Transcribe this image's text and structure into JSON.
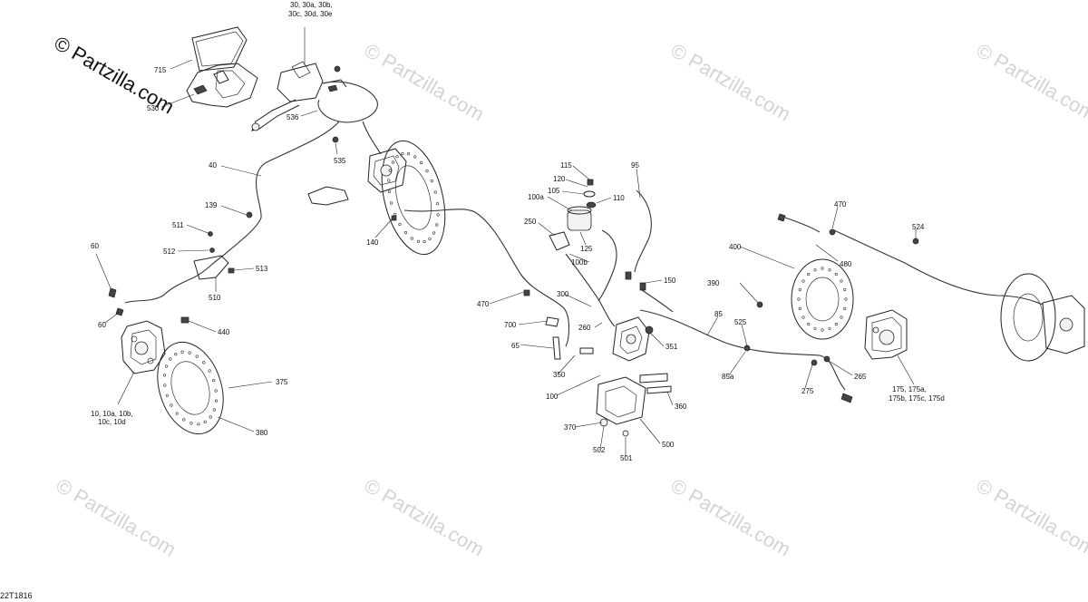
{
  "watermark": {
    "main": "© Partzilla.com",
    "repeat": "© Partzilla.com"
  },
  "diagram_code": "22T1816",
  "labels": {
    "l30": "30, 30a, 30b,",
    "l30b": "30c, 30d, 30e",
    "l715": "715",
    "l530": "530",
    "l536": "536",
    "l535": "535",
    "l40": "40",
    "l139": "139",
    "l511": "511",
    "l512": "512",
    "l513": "513",
    "l510": "510",
    "l60a": "60",
    "l60b": "60",
    "l440": "440",
    "l375": "375",
    "l380": "380",
    "l10a": "10, 10a, 10b,",
    "l10b": "10c, 10d",
    "l140": "140",
    "l115": "115",
    "l120": "120",
    "l105": "105",
    "l100a": "100a",
    "l110": "110",
    "l95": "95",
    "l250": "250",
    "l125": "125",
    "l100b": "100b",
    "l150": "150",
    "l470a": "470",
    "l300": "300",
    "l700": "700",
    "l260": "260",
    "l65": "65",
    "l351": "351",
    "l350": "350",
    "l100": "100",
    "l360": "360",
    "l370": "370",
    "l502": "502",
    "l501": "501",
    "l500": "500",
    "l390": "390",
    "l400": "400",
    "l85": "85",
    "l525": "525",
    "l85a": "85a",
    "l275": "275",
    "l265": "265",
    "l470b": "470",
    "l524": "524",
    "l480": "480",
    "l175a": "175, 175a,",
    "l175b": "175b, 175c, 175d"
  }
}
